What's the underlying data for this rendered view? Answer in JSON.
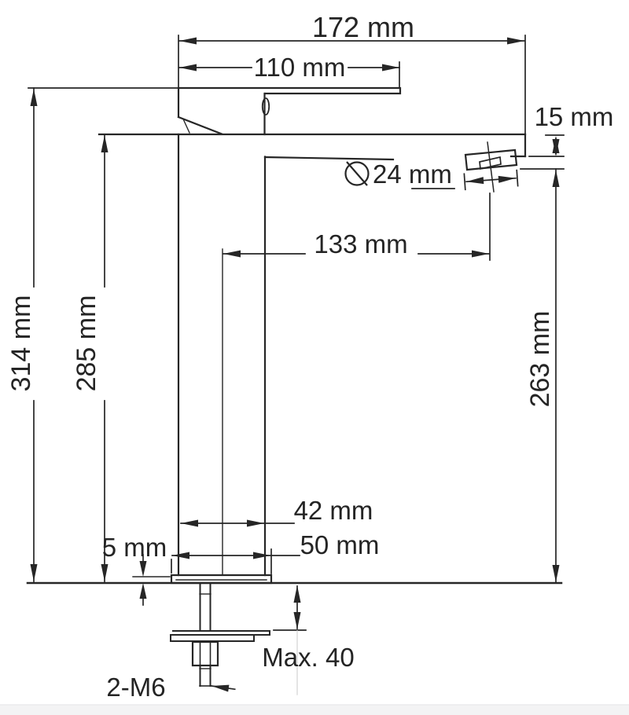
{
  "drawing": {
    "labels": {
      "total_width": "172 mm",
      "handle_length": "110 mm",
      "spout_thickness": "15 mm",
      "aerator_diameter": "24 mm",
      "spout_projection": "133 mm",
      "total_height": "314 mm",
      "body_height": "285 mm",
      "spout_clearance": "263 mm",
      "body_width": "42 mm",
      "base_width": "50 mm",
      "base_plate_thickness": "5 mm",
      "mounting_max_thickness": "Max. 40",
      "mounting_thread": "2-M6"
    },
    "icons": {
      "diameter_symbol": "⌀"
    },
    "line_color": "#262626",
    "footer_color": "#f3f3f4"
  }
}
